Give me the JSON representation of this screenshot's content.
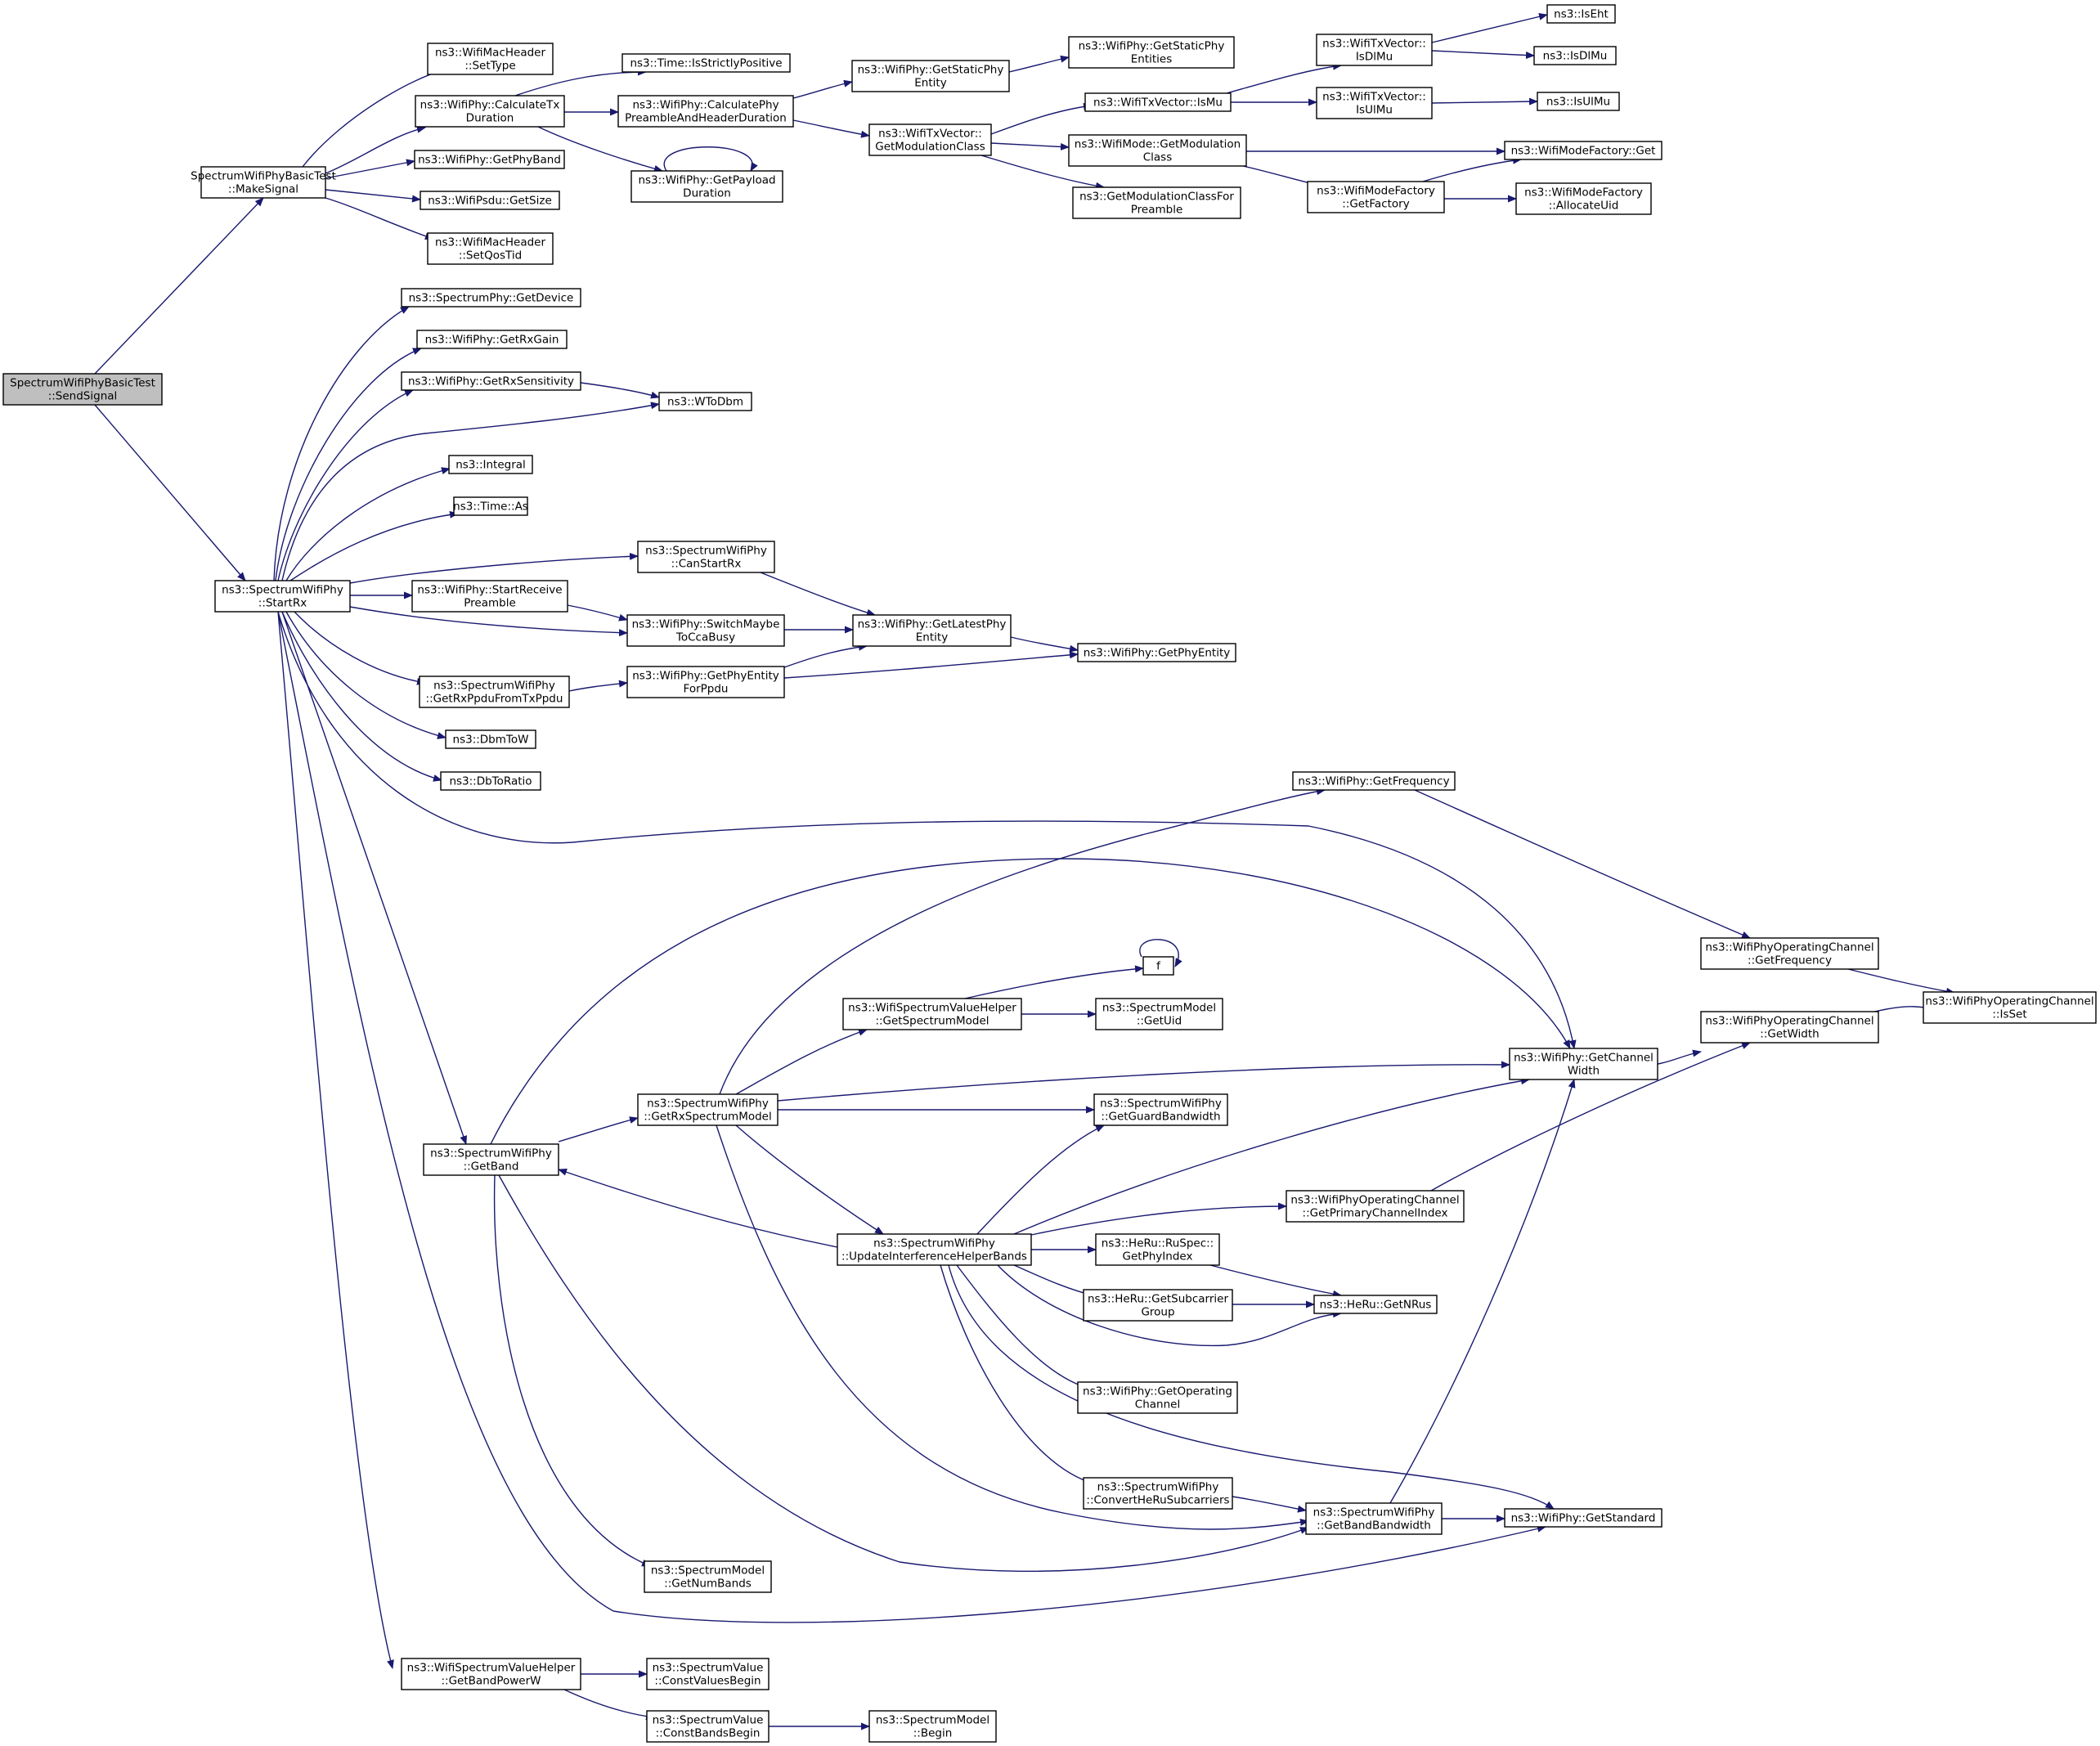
{
  "diagram": {
    "type": "call-graph",
    "root": "n_send",
    "colors": {
      "edge": "#191970",
      "node_border": "#000000",
      "node_fill": "#ffffff",
      "root_fill": "#bfbfbf"
    },
    "nodes": [
      {
        "id": "n_send",
        "lines": [
          "SpectrumWifiPhyBasicTest",
          "::SendSignal"
        ],
        "root": true
      },
      {
        "id": "n_make",
        "lines": [
          "SpectrumWifiPhyBasicTest",
          "::MakeSignal"
        ]
      },
      {
        "id": "n_settype",
        "lines": [
          "ns3::WifiMacHeader",
          "::SetType"
        ]
      },
      {
        "id": "n_calctx",
        "lines": [
          "ns3::WifiPhy::CalculateTx",
          "Duration"
        ]
      },
      {
        "id": "n_getphyband",
        "lines": [
          "ns3::WifiPhy::GetPhyBand"
        ]
      },
      {
        "id": "n_getsize",
        "lines": [
          "ns3::WifiPsdu::GetSize"
        ]
      },
      {
        "id": "n_setqos",
        "lines": [
          "ns3::WifiMacHeader",
          "::SetQosTid"
        ]
      },
      {
        "id": "n_strict",
        "lines": [
          "ns3::Time::IsStrictlyPositive"
        ]
      },
      {
        "id": "n_calcpre",
        "lines": [
          "ns3::WifiPhy::CalculatePhy",
          "PreambleAndHeaderDuration"
        ]
      },
      {
        "id": "n_payload",
        "lines": [
          "ns3::WifiPhy::GetPayload",
          "Duration"
        ]
      },
      {
        "id": "n_staticphy",
        "lines": [
          "ns3::WifiPhy::GetStaticPhy",
          "Entity"
        ]
      },
      {
        "id": "n_txmodclass",
        "lines": [
          "ns3::WifiTxVector::",
          "GetModulationClass"
        ]
      },
      {
        "id": "n_staticphy2",
        "lines": [
          "ns3::WifiPhy::GetStaticPhy",
          "Entities"
        ]
      },
      {
        "id": "n_ismu",
        "lines": [
          "ns3::WifiTxVector::IsMu"
        ]
      },
      {
        "id": "n_modeclass",
        "lines": [
          "ns3::WifiMode::GetModulation",
          "Class"
        ]
      },
      {
        "id": "n_modpre",
        "lines": [
          "ns3::GetModulationClassFor",
          "Preamble"
        ]
      },
      {
        "id": "n_isdlmu",
        "lines": [
          "ns3::WifiTxVector::",
          "IsDlMu"
        ]
      },
      {
        "id": "n_isulmu",
        "lines": [
          "ns3::WifiTxVector::",
          "IsUlMu"
        ]
      },
      {
        "id": "n_getfactory",
        "lines": [
          "ns3::WifiModeFactory",
          "::GetFactory"
        ]
      },
      {
        "id": "n_iseht",
        "lines": [
          "ns3::IsEht"
        ]
      },
      {
        "id": "n_isdlmu2",
        "lines": [
          "ns3::IsDlMu"
        ]
      },
      {
        "id": "n_isulmu2",
        "lines": [
          "ns3::IsUlMu"
        ]
      },
      {
        "id": "n_factoryget",
        "lines": [
          "ns3::WifiModeFactory::Get"
        ]
      },
      {
        "id": "n_allocuid",
        "lines": [
          "ns3::WifiModeFactory",
          "::AllocateUid"
        ]
      },
      {
        "id": "n_startrx",
        "lines": [
          "ns3::SpectrumWifiPhy",
          "::StartRx"
        ]
      },
      {
        "id": "n_getdevice",
        "lines": [
          "ns3::SpectrumPhy::GetDevice"
        ]
      },
      {
        "id": "n_getrxgain",
        "lines": [
          "ns3::WifiPhy::GetRxGain"
        ]
      },
      {
        "id": "n_getrxsens",
        "lines": [
          "ns3::WifiPhy::GetRxSensitivity"
        ]
      },
      {
        "id": "n_wtodbm",
        "lines": [
          "ns3::WToDbm"
        ]
      },
      {
        "id": "n_integral",
        "lines": [
          "ns3::Integral"
        ]
      },
      {
        "id": "n_timeas",
        "lines": [
          "ns3::Time::As"
        ]
      },
      {
        "id": "n_canstartrx",
        "lines": [
          "ns3::SpectrumWifiPhy",
          "::CanStartRx"
        ]
      },
      {
        "id": "n_startrecv",
        "lines": [
          "ns3::WifiPhy::StartReceive",
          "Preamble"
        ]
      },
      {
        "id": "n_switchcca",
        "lines": [
          "ns3::WifiPhy::SwitchMaybe",
          "ToCcaBusy"
        ]
      },
      {
        "id": "n_latestphy",
        "lines": [
          "ns3::WifiPhy::GetLatestPhy",
          "Entity"
        ]
      },
      {
        "id": "n_getphyentity",
        "lines": [
          "ns3::WifiPhy::GetPhyEntity"
        ]
      },
      {
        "id": "n_getrxppdu",
        "lines": [
          "ns3::SpectrumWifiPhy",
          "::GetRxPpduFromTxPpdu"
        ]
      },
      {
        "id": "n_phyentityppdu",
        "lines": [
          "ns3::WifiPhy::GetPhyEntity",
          "ForPpdu"
        ]
      },
      {
        "id": "n_dbmtow",
        "lines": [
          "ns3::DbmToW"
        ]
      },
      {
        "id": "n_dbtoratio",
        "lines": [
          "ns3::DbToRatio"
        ]
      },
      {
        "id": "n_getfreq",
        "lines": [
          "ns3::WifiPhy::GetFrequency"
        ]
      },
      {
        "id": "n_ocgetfreq",
        "lines": [
          "ns3::WifiPhyOperatingChannel",
          "::GetFrequency"
        ]
      },
      {
        "id": "n_ocisset",
        "lines": [
          "ns3::WifiPhyOperatingChannel",
          "::IsSet"
        ]
      },
      {
        "id": "n_f",
        "lines": [
          "f"
        ]
      },
      {
        "id": "n_getspecmodel",
        "lines": [
          "ns3::WifiSpectrumValueHelper",
          "::GetSpectrumModel"
        ]
      },
      {
        "id": "n_getuid",
        "lines": [
          "ns3::SpectrumModel",
          "::GetUid"
        ]
      },
      {
        "id": "n_chanwidth",
        "lines": [
          "ns3::WifiPhy::GetChannel",
          "Width"
        ]
      },
      {
        "id": "n_ocgetwidth",
        "lines": [
          "ns3::WifiPhyOperatingChannel",
          "::GetWidth"
        ]
      },
      {
        "id": "n_getrxspec",
        "lines": [
          "ns3::SpectrumWifiPhy",
          "::GetRxSpectrumModel"
        ]
      },
      {
        "id": "n_guardbw",
        "lines": [
          "ns3::SpectrumWifiPhy",
          "::GetGuardBandwidth"
        ]
      },
      {
        "id": "n_getband",
        "lines": [
          "ns3::SpectrumWifiPhy",
          "::GetBand"
        ]
      },
      {
        "id": "n_primidx",
        "lines": [
          "ns3::WifiPhyOperatingChannel",
          "::GetPrimaryChannelIndex"
        ]
      },
      {
        "id": "n_updateif",
        "lines": [
          "ns3::SpectrumWifiPhy",
          "::UpdateInterferenceHelperBands"
        ]
      },
      {
        "id": "n_rusgetphy",
        "lines": [
          "ns3::HeRu::RuSpec::",
          "GetPhyIndex"
        ]
      },
      {
        "id": "n_subcarrier",
        "lines": [
          "ns3::HeRu::GetSubcarrier",
          "Group"
        ]
      },
      {
        "id": "n_getnrus",
        "lines": [
          "ns3::HeRu::GetNRus"
        ]
      },
      {
        "id": "n_getopchan",
        "lines": [
          "ns3::WifiPhy::GetOperating",
          "Channel"
        ]
      },
      {
        "id": "n_convherusub",
        "lines": [
          "ns3::SpectrumWifiPhy",
          "::ConvertHeRuSubcarriers"
        ]
      },
      {
        "id": "n_bandbw",
        "lines": [
          "ns3::SpectrumWifiPhy",
          "::GetBandBandwidth"
        ]
      },
      {
        "id": "n_getstandard",
        "lines": [
          "ns3::WifiPhy::GetStandard"
        ]
      },
      {
        "id": "n_numbands",
        "lines": [
          "ns3::SpectrumModel",
          "::GetNumBands"
        ]
      },
      {
        "id": "n_bandpowerw",
        "lines": [
          "ns3::WifiSpectrumValueHelper",
          "::GetBandPowerW"
        ]
      },
      {
        "id": "n_constvalues",
        "lines": [
          "ns3::SpectrumValue",
          "::ConstValuesBegin"
        ]
      },
      {
        "id": "n_constbands",
        "lines": [
          "ns3::SpectrumValue",
          "::ConstBandsBegin"
        ]
      },
      {
        "id": "n_modelbegin",
        "lines": [
          "ns3::SpectrumModel",
          "::Begin"
        ]
      }
    ],
    "edges": [
      [
        "n_send",
        "n_make"
      ],
      [
        "n_send",
        "n_startrx"
      ],
      [
        "n_make",
        "n_settype"
      ],
      [
        "n_make",
        "n_calctx"
      ],
      [
        "n_make",
        "n_getphyband"
      ],
      [
        "n_make",
        "n_getsize"
      ],
      [
        "n_make",
        "n_setqos"
      ],
      [
        "n_calctx",
        "n_strict"
      ],
      [
        "n_calctx",
        "n_calcpre"
      ],
      [
        "n_calctx",
        "n_payload"
      ],
      [
        "n_payload",
        "n_payload"
      ],
      [
        "n_calcpre",
        "n_staticphy"
      ],
      [
        "n_calcpre",
        "n_txmodclass"
      ],
      [
        "n_staticphy",
        "n_staticphy2"
      ],
      [
        "n_txmodclass",
        "n_ismu"
      ],
      [
        "n_txmodclass",
        "n_modeclass"
      ],
      [
        "n_txmodclass",
        "n_modpre"
      ],
      [
        "n_ismu",
        "n_isdlmu"
      ],
      [
        "n_ismu",
        "n_isulmu"
      ],
      [
        "n_isdlmu",
        "n_iseht"
      ],
      [
        "n_isdlmu",
        "n_isdlmu2"
      ],
      [
        "n_isulmu",
        "n_isulmu2"
      ],
      [
        "n_modeclass",
        "n_factoryget"
      ],
      [
        "n_modeclass",
        "n_getfactory"
      ],
      [
        "n_getfactory",
        "n_factoryget"
      ],
      [
        "n_getfactory",
        "n_allocuid"
      ],
      [
        "n_startrx",
        "n_getdevice"
      ],
      [
        "n_startrx",
        "n_getrxgain"
      ],
      [
        "n_startrx",
        "n_getrxsens"
      ],
      [
        "n_startrx",
        "n_wtodbm"
      ],
      [
        "n_startrx",
        "n_integral"
      ],
      [
        "n_startrx",
        "n_timeas"
      ],
      [
        "n_startrx",
        "n_canstartrx"
      ],
      [
        "n_startrx",
        "n_startrecv"
      ],
      [
        "n_startrx",
        "n_switchcca"
      ],
      [
        "n_startrx",
        "n_getrxppdu"
      ],
      [
        "n_startrx",
        "n_dbmtow"
      ],
      [
        "n_startrx",
        "n_dbtoratio"
      ],
      [
        "n_startrx",
        "n_chanwidth"
      ],
      [
        "n_startrx",
        "n_getband"
      ],
      [
        "n_startrx",
        "n_getstandard"
      ],
      [
        "n_startrx",
        "n_bandpowerw"
      ],
      [
        "n_getrxsens",
        "n_wtodbm"
      ],
      [
        "n_canstartrx",
        "n_latestphy"
      ],
      [
        "n_startrecv",
        "n_switchcca"
      ],
      [
        "n_switchcca",
        "n_latestphy"
      ],
      [
        "n_latestphy",
        "n_getphyentity"
      ],
      [
        "n_getrxppdu",
        "n_phyentityppdu"
      ],
      [
        "n_phyentityppdu",
        "n_latestphy"
      ],
      [
        "n_phyentityppdu",
        "n_getphyentity"
      ],
      [
        "n_getband",
        "n_chanwidth"
      ],
      [
        "n_getband",
        "n_getrxspec"
      ],
      [
        "n_getband",
        "n_numbands"
      ],
      [
        "n_getband",
        "n_bandbw"
      ],
      [
        "n_getrxspec",
        "n_getfreq"
      ],
      [
        "n_getrxspec",
        "n_getspecmodel"
      ],
      [
        "n_getrxspec",
        "n_chanwidth"
      ],
      [
        "n_getrxspec",
        "n_guardbw"
      ],
      [
        "n_getrxspec",
        "n_updateif"
      ],
      [
        "n_getrxspec",
        "n_bandbw"
      ],
      [
        "n_getfreq",
        "n_ocgetfreq"
      ],
      [
        "n_ocgetfreq",
        "n_ocisset"
      ],
      [
        "n_ocgetwidth",
        "n_ocisset"
      ],
      [
        "n_getspecmodel",
        "n_f"
      ],
      [
        "n_getspecmodel",
        "n_getuid"
      ],
      [
        "n_f",
        "n_f"
      ],
      [
        "n_chanwidth",
        "n_ocgetwidth"
      ],
      [
        "n_updateif",
        "n_getband"
      ],
      [
        "n_updateif",
        "n_guardbw"
      ],
      [
        "n_updateif",
        "n_chanwidth"
      ],
      [
        "n_updateif",
        "n_primidx"
      ],
      [
        "n_updateif",
        "n_rusgetphy"
      ],
      [
        "n_updateif",
        "n_subcarrier"
      ],
      [
        "n_updateif",
        "n_getnrus"
      ],
      [
        "n_updateif",
        "n_getopchan"
      ],
      [
        "n_updateif",
        "n_convherusub"
      ],
      [
        "n_updateif",
        "n_getstandard"
      ],
      [
        "n_primidx",
        "n_ocgetwidth"
      ],
      [
        "n_rusgetphy",
        "n_getnrus"
      ],
      [
        "n_subcarrier",
        "n_getnrus"
      ],
      [
        "n_convherusub",
        "n_bandbw"
      ],
      [
        "n_bandbw",
        "n_getstandard"
      ],
      [
        "n_bandbw",
        "n_chanwidth"
      ],
      [
        "n_bandpowerw",
        "n_constvalues"
      ],
      [
        "n_bandpowerw",
        "n_constbands"
      ],
      [
        "n_constbands",
        "n_modelbegin"
      ]
    ]
  }
}
